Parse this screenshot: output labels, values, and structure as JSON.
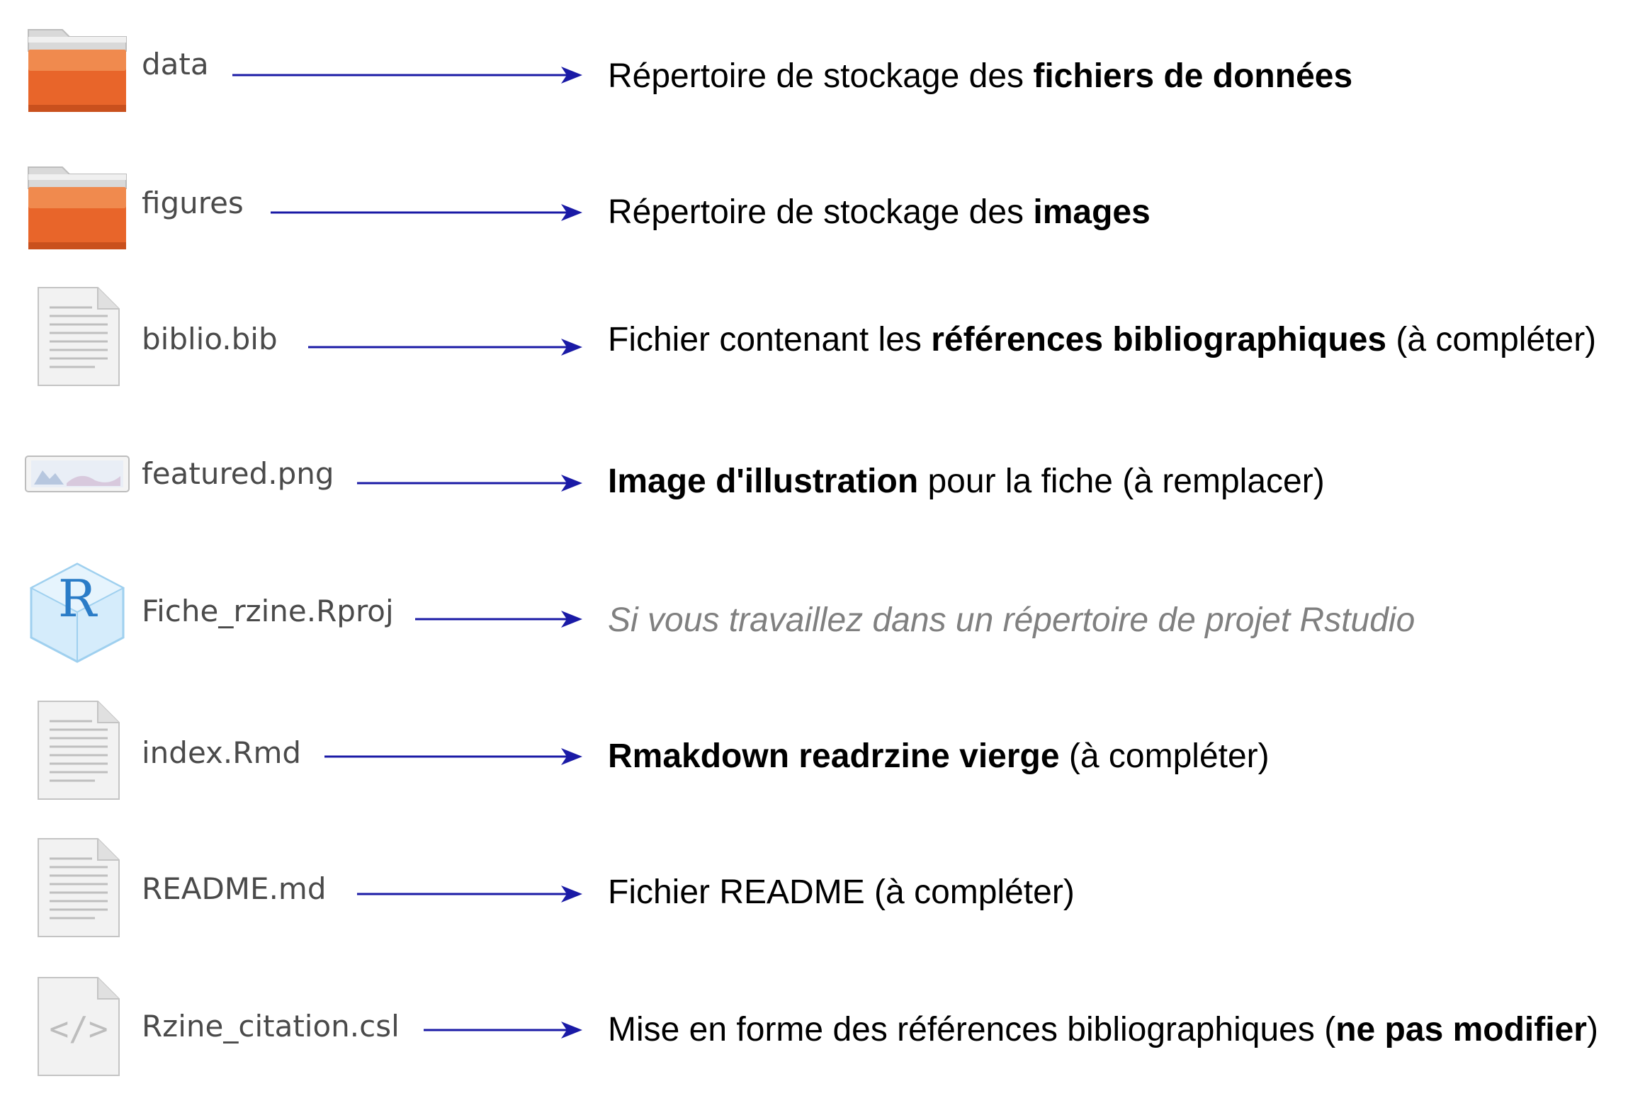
{
  "items": [
    {
      "name": "data",
      "icon": "folder-icon",
      "desc": [
        {
          "t": "Répertoire de stockage des ",
          "b": false
        },
        {
          "t": "fichiers de données",
          "b": true
        }
      ]
    },
    {
      "name": "figures",
      "icon": "folder-icon",
      "desc": [
        {
          "t": "Répertoire de stockage des ",
          "b": false
        },
        {
          "t": "images",
          "b": true
        }
      ]
    },
    {
      "name": "biblio.bib",
      "icon": "text-file-icon",
      "desc": [
        {
          "t": "Fichier contenant les ",
          "b": false
        },
        {
          "t": "références bibliographiques",
          "b": true
        },
        {
          "t": " (à compléter)",
          "b": false
        }
      ]
    },
    {
      "name": "featured.png",
      "icon": "image-thumbnail-icon",
      "desc": [
        {
          "t": "Image d'illustration",
          "b": true
        },
        {
          "t": " pour la fiche (à remplacer)",
          "b": false
        }
      ]
    },
    {
      "name": "Fiche_rzine.Rproj",
      "icon": "rproject-icon",
      "muted": true,
      "desc": [
        {
          "t": "Si vous travaillez dans un répertoire de projet Rstudio",
          "b": false
        }
      ]
    },
    {
      "name": "index.Rmd",
      "icon": "text-file-icon",
      "desc": [
        {
          "t": "Rmakdown readrzine vierge",
          "b": true
        },
        {
          "t": " (à compléter)",
          "b": false
        }
      ]
    },
    {
      "name": "README.md",
      "icon": "text-file-icon",
      "desc": [
        {
          "t": "Fichier README (à compléter)",
          "b": false
        }
      ]
    },
    {
      "name": "Rzine_citation.csl",
      "icon": "code-file-icon",
      "desc": [
        {
          "t": "Mise en forme des références bibliographiques (",
          "b": false
        },
        {
          "t": "ne pas modifier",
          "b": true
        },
        {
          "t": ")",
          "b": false
        }
      ]
    }
  ],
  "colors": {
    "folder": "#e8652a",
    "arrow": "#1a1aa6",
    "muted": "#808080",
    "filename": "#4a4a4a"
  }
}
